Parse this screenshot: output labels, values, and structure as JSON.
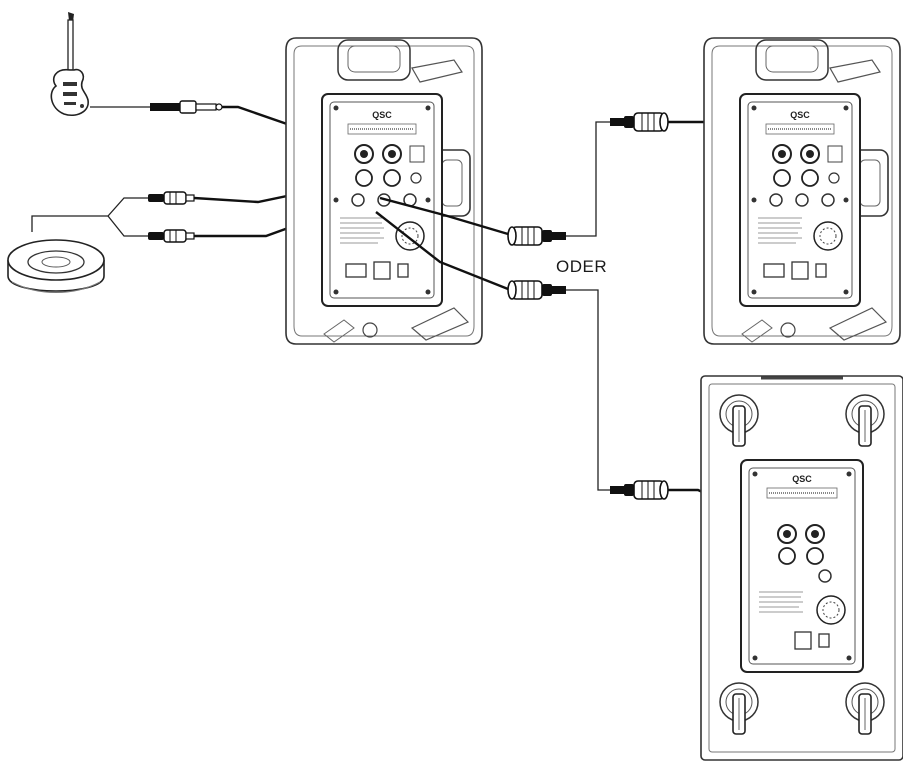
{
  "diagram": {
    "or_label": "ODER",
    "brand_text": "QSC",
    "sources": [
      "guitar-icon",
      "turntable-icon"
    ],
    "speakers": [
      "main-speaker",
      "second-speaker",
      "subwoofer"
    ],
    "cables": [
      "quarter-inch-jack-cable",
      "rca-cable-pair",
      "xlr-cable-to-speaker",
      "xlr-cable-to-subwoofer"
    ]
  }
}
